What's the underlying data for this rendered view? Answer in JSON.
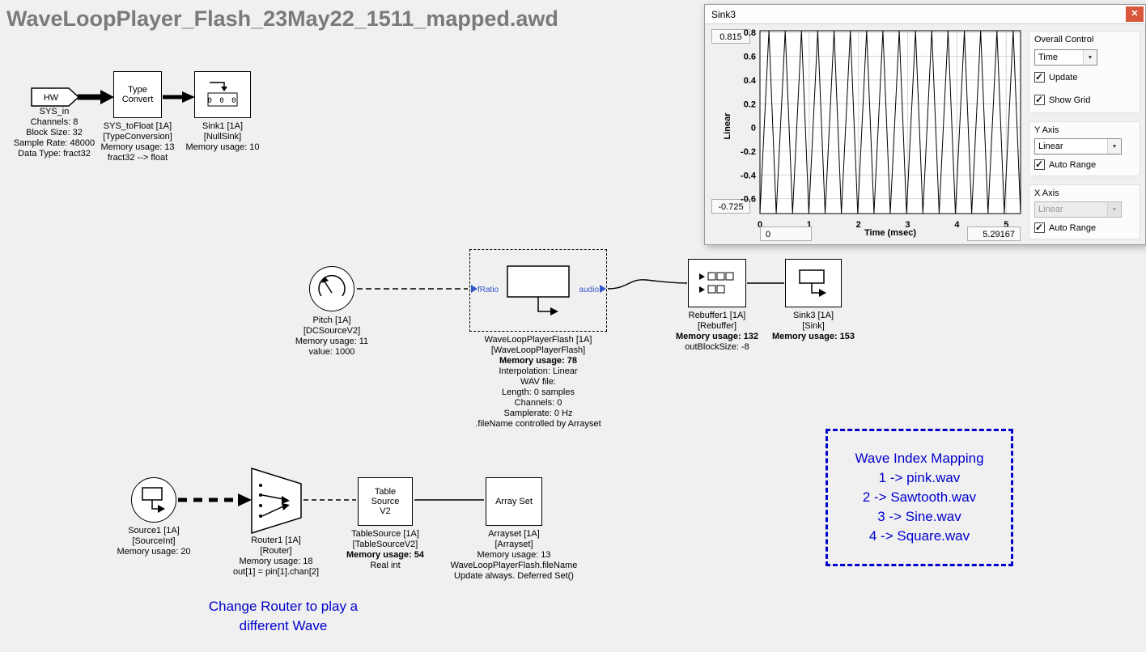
{
  "doc_title": "WaveLoopPlayer_Flash_23May22_1511_mapped.awd",
  "colors": {
    "canvas_bg": "#f0f0f0",
    "annotation_blue": "#0000cd",
    "pin_blue": "#3355cc",
    "title_gray": "#7a7a7a",
    "close_red": "#d9583b"
  },
  "blocks": {
    "sys_in": {
      "shape_label": "HW",
      "caption": [
        "SYS_in",
        "Channels: 8",
        "Block Size: 32",
        "Sample Rate: 48000",
        "Data Type: fract32"
      ]
    },
    "type_convert": {
      "shape_label": "Type Convert",
      "caption": [
        "SYS_toFloat [1A]",
        "[TypeConversion]",
        "Memory usage: 13",
        "fract32 --> float"
      ]
    },
    "sink1": {
      "icon_text": "0 0 0",
      "caption": [
        "Sink1 [1A]",
        "[NullSink]",
        "Memory usage: 10"
      ]
    },
    "pitch": {
      "caption": [
        "Pitch [1A]",
        "[DCSourceV2]",
        "Memory usage: 11",
        "value: 1000"
      ]
    },
    "wave_loop": {
      "pin_in": "fRatio",
      "pin_out": "audio",
      "caption": [
        "WaveLoopPlayerFlash [1A]",
        "[WaveLoopPlayerFlash]",
        "Memory usage: 78",
        "Interpolation: Linear",
        "WAV file:",
        "Length: 0 samples",
        "Channels: 0",
        "Samplerate: 0 Hz",
        ".fileName controlled by Arrayset"
      ]
    },
    "rebuffer": {
      "caption": [
        "Rebuffer1 [1A]",
        "[Rebuffer]",
        "Memory usage: 132",
        "outBlockSize: -8"
      ]
    },
    "sink3": {
      "caption": [
        "Sink3 [1A]",
        "[Sink]",
        "Memory usage: 153"
      ]
    },
    "source1": {
      "caption": [
        "Source1 [1A]",
        "[SourceInt]",
        "Memory usage: 20"
      ]
    },
    "router1": {
      "caption": [
        "Router1 [1A]",
        "[Router]",
        "Memory usage: 18",
        "out[1] = pin[1].chan[2]"
      ]
    },
    "table_source": {
      "shape_label": "Table Source V2",
      "caption": [
        "TableSource [1A]",
        "[TableSourceV2]",
        "Memory usage: 54",
        "Real int"
      ]
    },
    "array_set": {
      "shape_label": "Array Set",
      "caption": [
        "Arrayset [1A]",
        "[Arrayset]",
        "Memory usage: 13",
        "WaveLoopPlayerFlash.fileName",
        "Update always. Deferred Set()"
      ]
    }
  },
  "annotations": {
    "wave_index_mapping": [
      "Wave Index Mapping",
      "1 -> pink.wav",
      "2 -> Sawtooth.wav",
      "3 -> Sine.wav",
      "4 -> Square.wav"
    ],
    "router_note": [
      "Change Router to play a",
      "different Wave"
    ]
  },
  "sink3_window": {
    "title": "Sink3",
    "close_label": "✕",
    "max_value": "0.815",
    "min_value": "-0.725",
    "x_min_value": "0",
    "x_max_value": "5.29167",
    "y_axis_label": "Linear",
    "x_axis_label": "Time (msec)",
    "groups": {
      "overall": {
        "label": "Overall Control",
        "dropdown": "Time",
        "checkboxes": [
          {
            "label": "Update",
            "checked": true
          },
          {
            "label": "Show Grid",
            "checked": true
          }
        ]
      },
      "y_axis": {
        "label": "Y Axis",
        "dropdown": "Linear",
        "disabled": false,
        "checkboxes": [
          {
            "label": "Auto Range",
            "checked": true
          }
        ]
      },
      "x_axis": {
        "label": "X Axis",
        "dropdown": "Linear",
        "disabled": true,
        "checkboxes": [
          {
            "label": "Auto Range",
            "checked": true
          }
        ]
      }
    }
  },
  "chart_data": {
    "type": "line",
    "title": "Sink3 scope display",
    "xlabel": "Time (msec)",
    "ylabel": "Linear",
    "xlim": [
      0,
      5.29167
    ],
    "ylim": [
      -0.725,
      0.815
    ],
    "x_ticks": [
      0,
      1,
      2,
      3,
      4,
      5
    ],
    "y_ticks": [
      0.8,
      0.6,
      0.4,
      0.2,
      0,
      -0.2,
      -0.4,
      -0.6
    ],
    "grid": true,
    "legend": false,
    "waveform": {
      "shape": "sawtooth",
      "cycles": 16,
      "min": -0.725,
      "max": 0.815
    }
  }
}
